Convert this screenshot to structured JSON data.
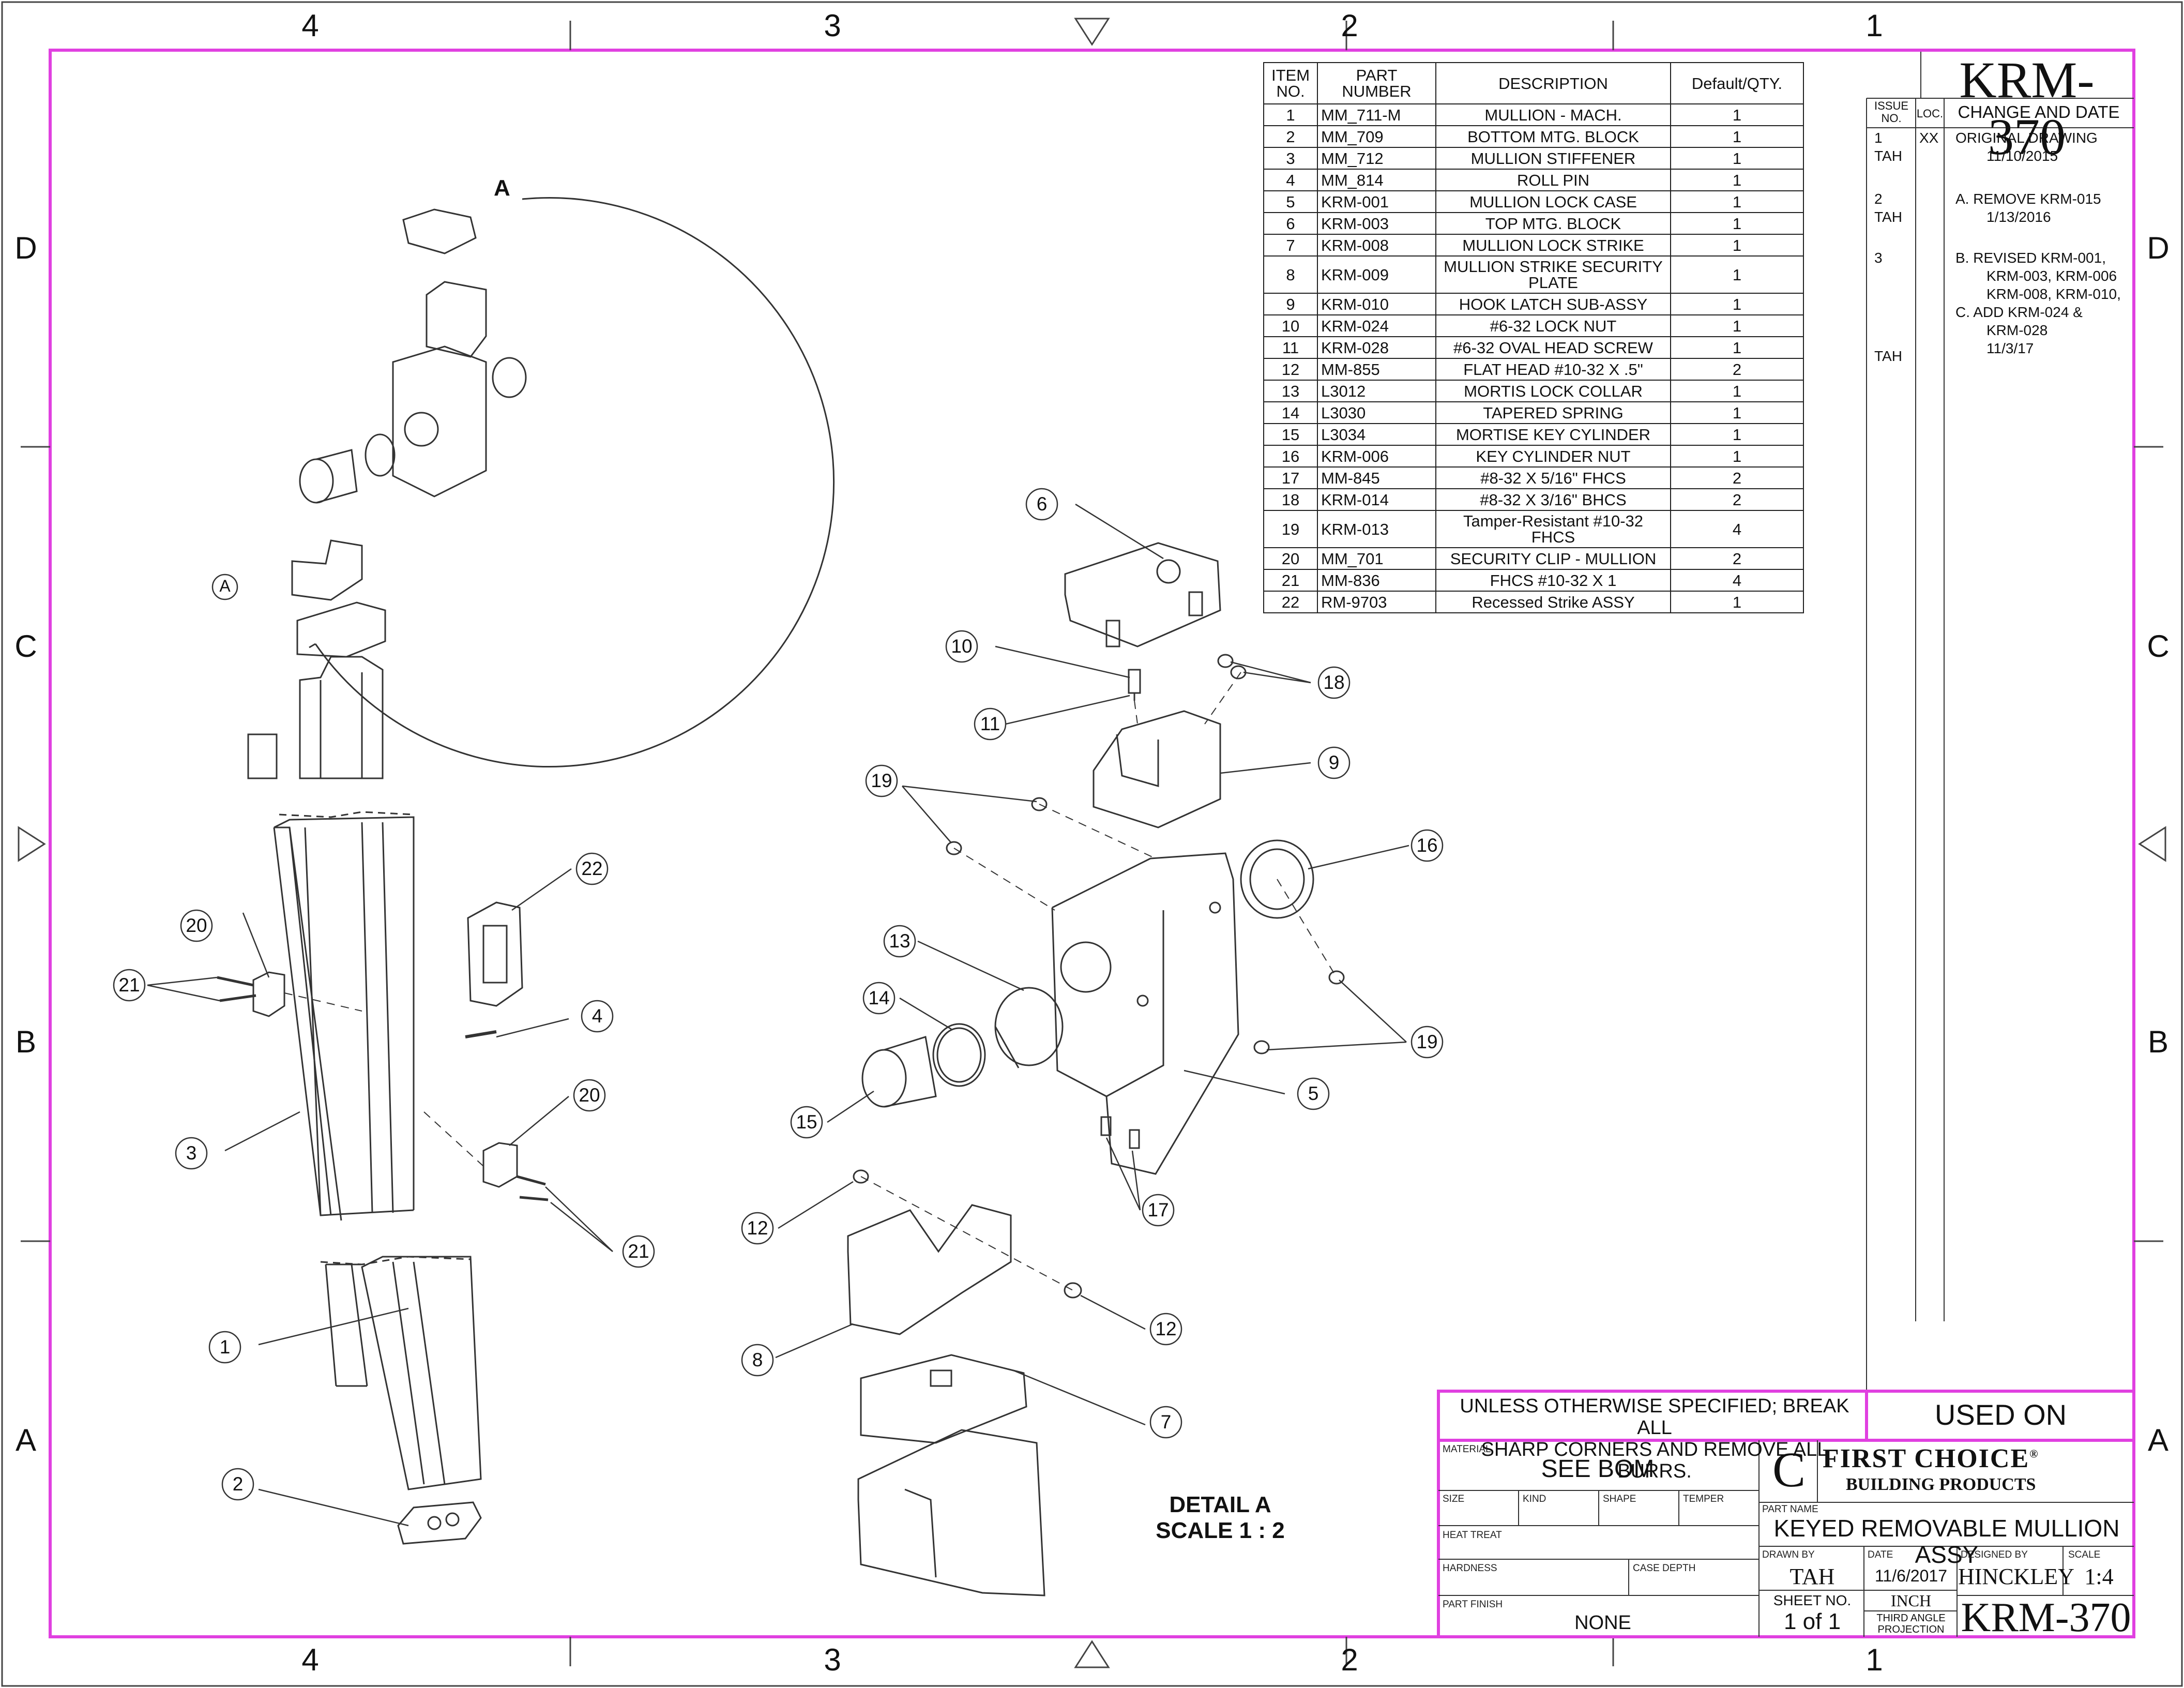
{
  "zones": {
    "columns": [
      "4",
      "3",
      "2",
      "1"
    ],
    "rows": [
      "D",
      "C",
      "B",
      "A"
    ]
  },
  "bom": {
    "headers": [
      "ITEM NO.",
      "PART NUMBER",
      "DESCRIPTION",
      "Default/QTY."
    ],
    "rows": [
      [
        "1",
        "MM_711-M",
        "MULLION - MACH.",
        "1"
      ],
      [
        "2",
        "MM_709",
        "BOTTOM MTG. BLOCK",
        "1"
      ],
      [
        "3",
        "MM_712",
        "MULLION STIFFENER",
        "1"
      ],
      [
        "4",
        "MM_814",
        "ROLL PIN",
        "1"
      ],
      [
        "5",
        "KRM-001",
        "MULLION LOCK CASE",
        "1"
      ],
      [
        "6",
        "KRM-003",
        "TOP MTG. BLOCK",
        "1"
      ],
      [
        "7",
        "KRM-008",
        "MULLION LOCK STRIKE",
        "1"
      ],
      [
        "8",
        "KRM-009",
        "MULLION STRIKE SECURITY PLATE",
        "1"
      ],
      [
        "9",
        "KRM-010",
        "HOOK LATCH SUB-ASSY",
        "1"
      ],
      [
        "10",
        "KRM-024",
        "#6-32 LOCK NUT",
        "1"
      ],
      [
        "11",
        "KRM-028",
        "#6-32 OVAL HEAD SCREW",
        "1"
      ],
      [
        "12",
        "MM-855",
        "FLAT HEAD #10-32 X .5\"",
        "2"
      ],
      [
        "13",
        "L3012",
        "MORTIS LOCK COLLAR",
        "1"
      ],
      [
        "14",
        "L3030",
        "TAPERED SPRING",
        "1"
      ],
      [
        "15",
        "L3034",
        "MORTISE KEY CYLINDER",
        "1"
      ],
      [
        "16",
        "KRM-006",
        "KEY CYLINDER NUT",
        "1"
      ],
      [
        "17",
        "MM-845",
        "#8-32 X 5/16\" FHCS",
        "2"
      ],
      [
        "18",
        "KRM-014",
        "#8-32 X 3/16\" BHCS",
        "2"
      ],
      [
        "19",
        "KRM-013",
        "Tamper-Resistant #10-32 FHCS",
        "4"
      ],
      [
        "20",
        "MM_701",
        "SECURITY CLIP - MULLION",
        "2"
      ],
      [
        "21",
        "MM-836",
        "FHCS #10-32 X 1",
        "4"
      ],
      [
        "22",
        "RM-9703",
        "Recessed Strike ASSY",
        "1"
      ]
    ]
  },
  "revisions": {
    "drawing_number": "KRM-370",
    "headers": [
      "ISSUE NO.",
      "LOC.",
      "CHANGE AND DATE"
    ],
    "entries": [
      {
        "issue": "1",
        "by": "TAH",
        "loc": "XX",
        "lines": [
          "ORIGINAL DRAWING",
          "11/10/2015"
        ]
      },
      {
        "issue": "2",
        "by": "TAH",
        "loc": "",
        "lines": [
          "A. REMOVE KRM-015",
          "1/13/2016"
        ]
      },
      {
        "issue": "3",
        "by": "TAH",
        "loc": "",
        "lines": [
          "B. REVISED KRM-001,",
          "KRM-003, KRM-006",
          "KRM-008, KRM-010,",
          "C. ADD KRM-024 &",
          "KRM-028",
          "11/3/17"
        ]
      }
    ]
  },
  "title_block": {
    "note_line1": "UNLESS OTHERWISE SPECIFIED;  BREAK ALL",
    "note_line2": "SHARP CORNERS AND REMOVE ALL BURRS.",
    "used_on": "USED ON",
    "material_label": "MATERIAL",
    "material": "SEE BOM",
    "size_label": "SIZE",
    "kind_label": "KIND",
    "shape_label": "SHAPE",
    "temper_label": "TEMPER",
    "heat_treat_label": "HEAT TREAT",
    "hardness_label": "HARDNESS",
    "case_depth_label": "CASE DEPTH",
    "part_finish_label": "PART FINISH",
    "part_finish": "NONE",
    "logo_letter": "C",
    "company_line1": "FIRST CHOICE",
    "company_line2": "BUILDING PRODUCTS",
    "registered": "®",
    "part_name_label": "PART NAME",
    "part_name": "KEYED REMOVABLE MULLION ASSY",
    "drawn_by_label": "DRAWN BY",
    "drawn_by": "TAH",
    "date_label": "DATE",
    "date": "11/6/2017",
    "designed_by_label": "DESIGNED BY",
    "designed_by": "HINCKLEY",
    "scale_label": "SCALE",
    "scale": "1:4",
    "sheet_no_label": "SHEET NO.",
    "sheet_no": "1 of 1",
    "units": "INCH",
    "projection_line1": "THIRD ANGLE",
    "projection_line2": "PROJECTION",
    "drawing_number": "KRM-370"
  },
  "detail": {
    "marker": "A",
    "circle_label": "A",
    "title": "DETAIL A",
    "scale": "SCALE 1 : 2"
  },
  "callouts": [
    "1",
    "2",
    "3",
    "4",
    "5",
    "6",
    "7",
    "8",
    "9",
    "10",
    "11",
    "12",
    "13",
    "14",
    "15",
    "16",
    "17",
    "18",
    "19",
    "20",
    "21",
    "22"
  ],
  "colors": {
    "border_magenta": "#e040e0",
    "line": "#222222"
  }
}
